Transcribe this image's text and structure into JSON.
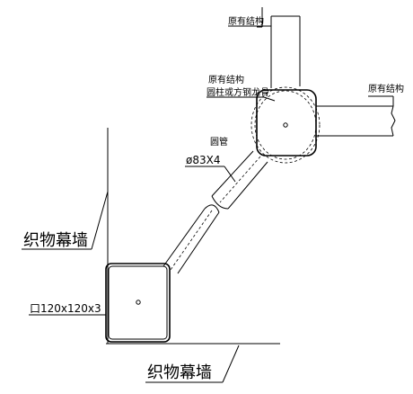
{
  "drawing": {
    "labels": {
      "existing_structure_top": "原有结构",
      "existing_structure_right": "原有结构",
      "existing_structure_mid_line1": "原有结构",
      "existing_structure_mid_line2": "圆柱或方钢龙骨",
      "round_pipe_title": "圆管",
      "round_pipe_spec": "ø83X4",
      "fabric_wall_left": "织物幕墙",
      "fabric_wall_bottom": "织物幕墙",
      "square_tube_spec": "口120x120x3"
    }
  }
}
